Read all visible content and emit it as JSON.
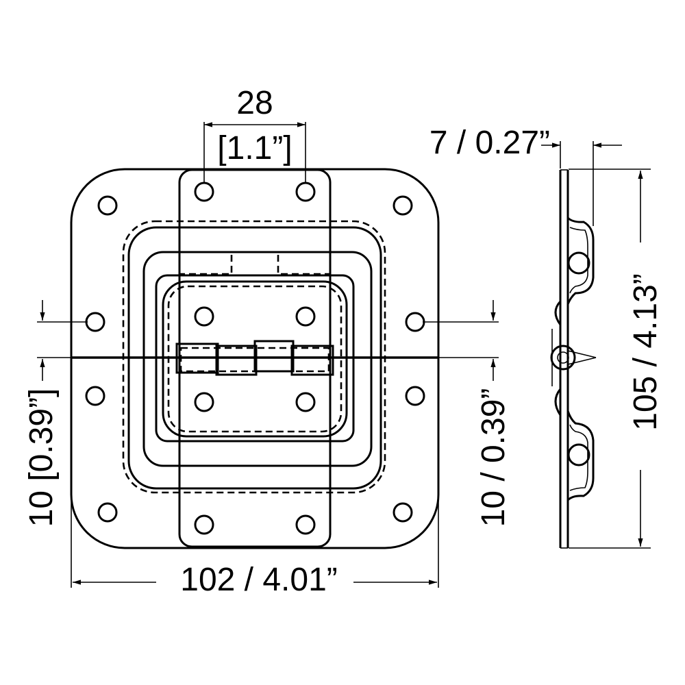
{
  "dimensions": {
    "pitch_top_mm": "28",
    "pitch_top_in": "[1.1”]",
    "thickness": "7 / 0.27”",
    "height": "105 / 4.13”",
    "width": "102 / 4.01”",
    "offset_left": "10 [0.39”]",
    "offset_right": "10 / 0.39”"
  }
}
